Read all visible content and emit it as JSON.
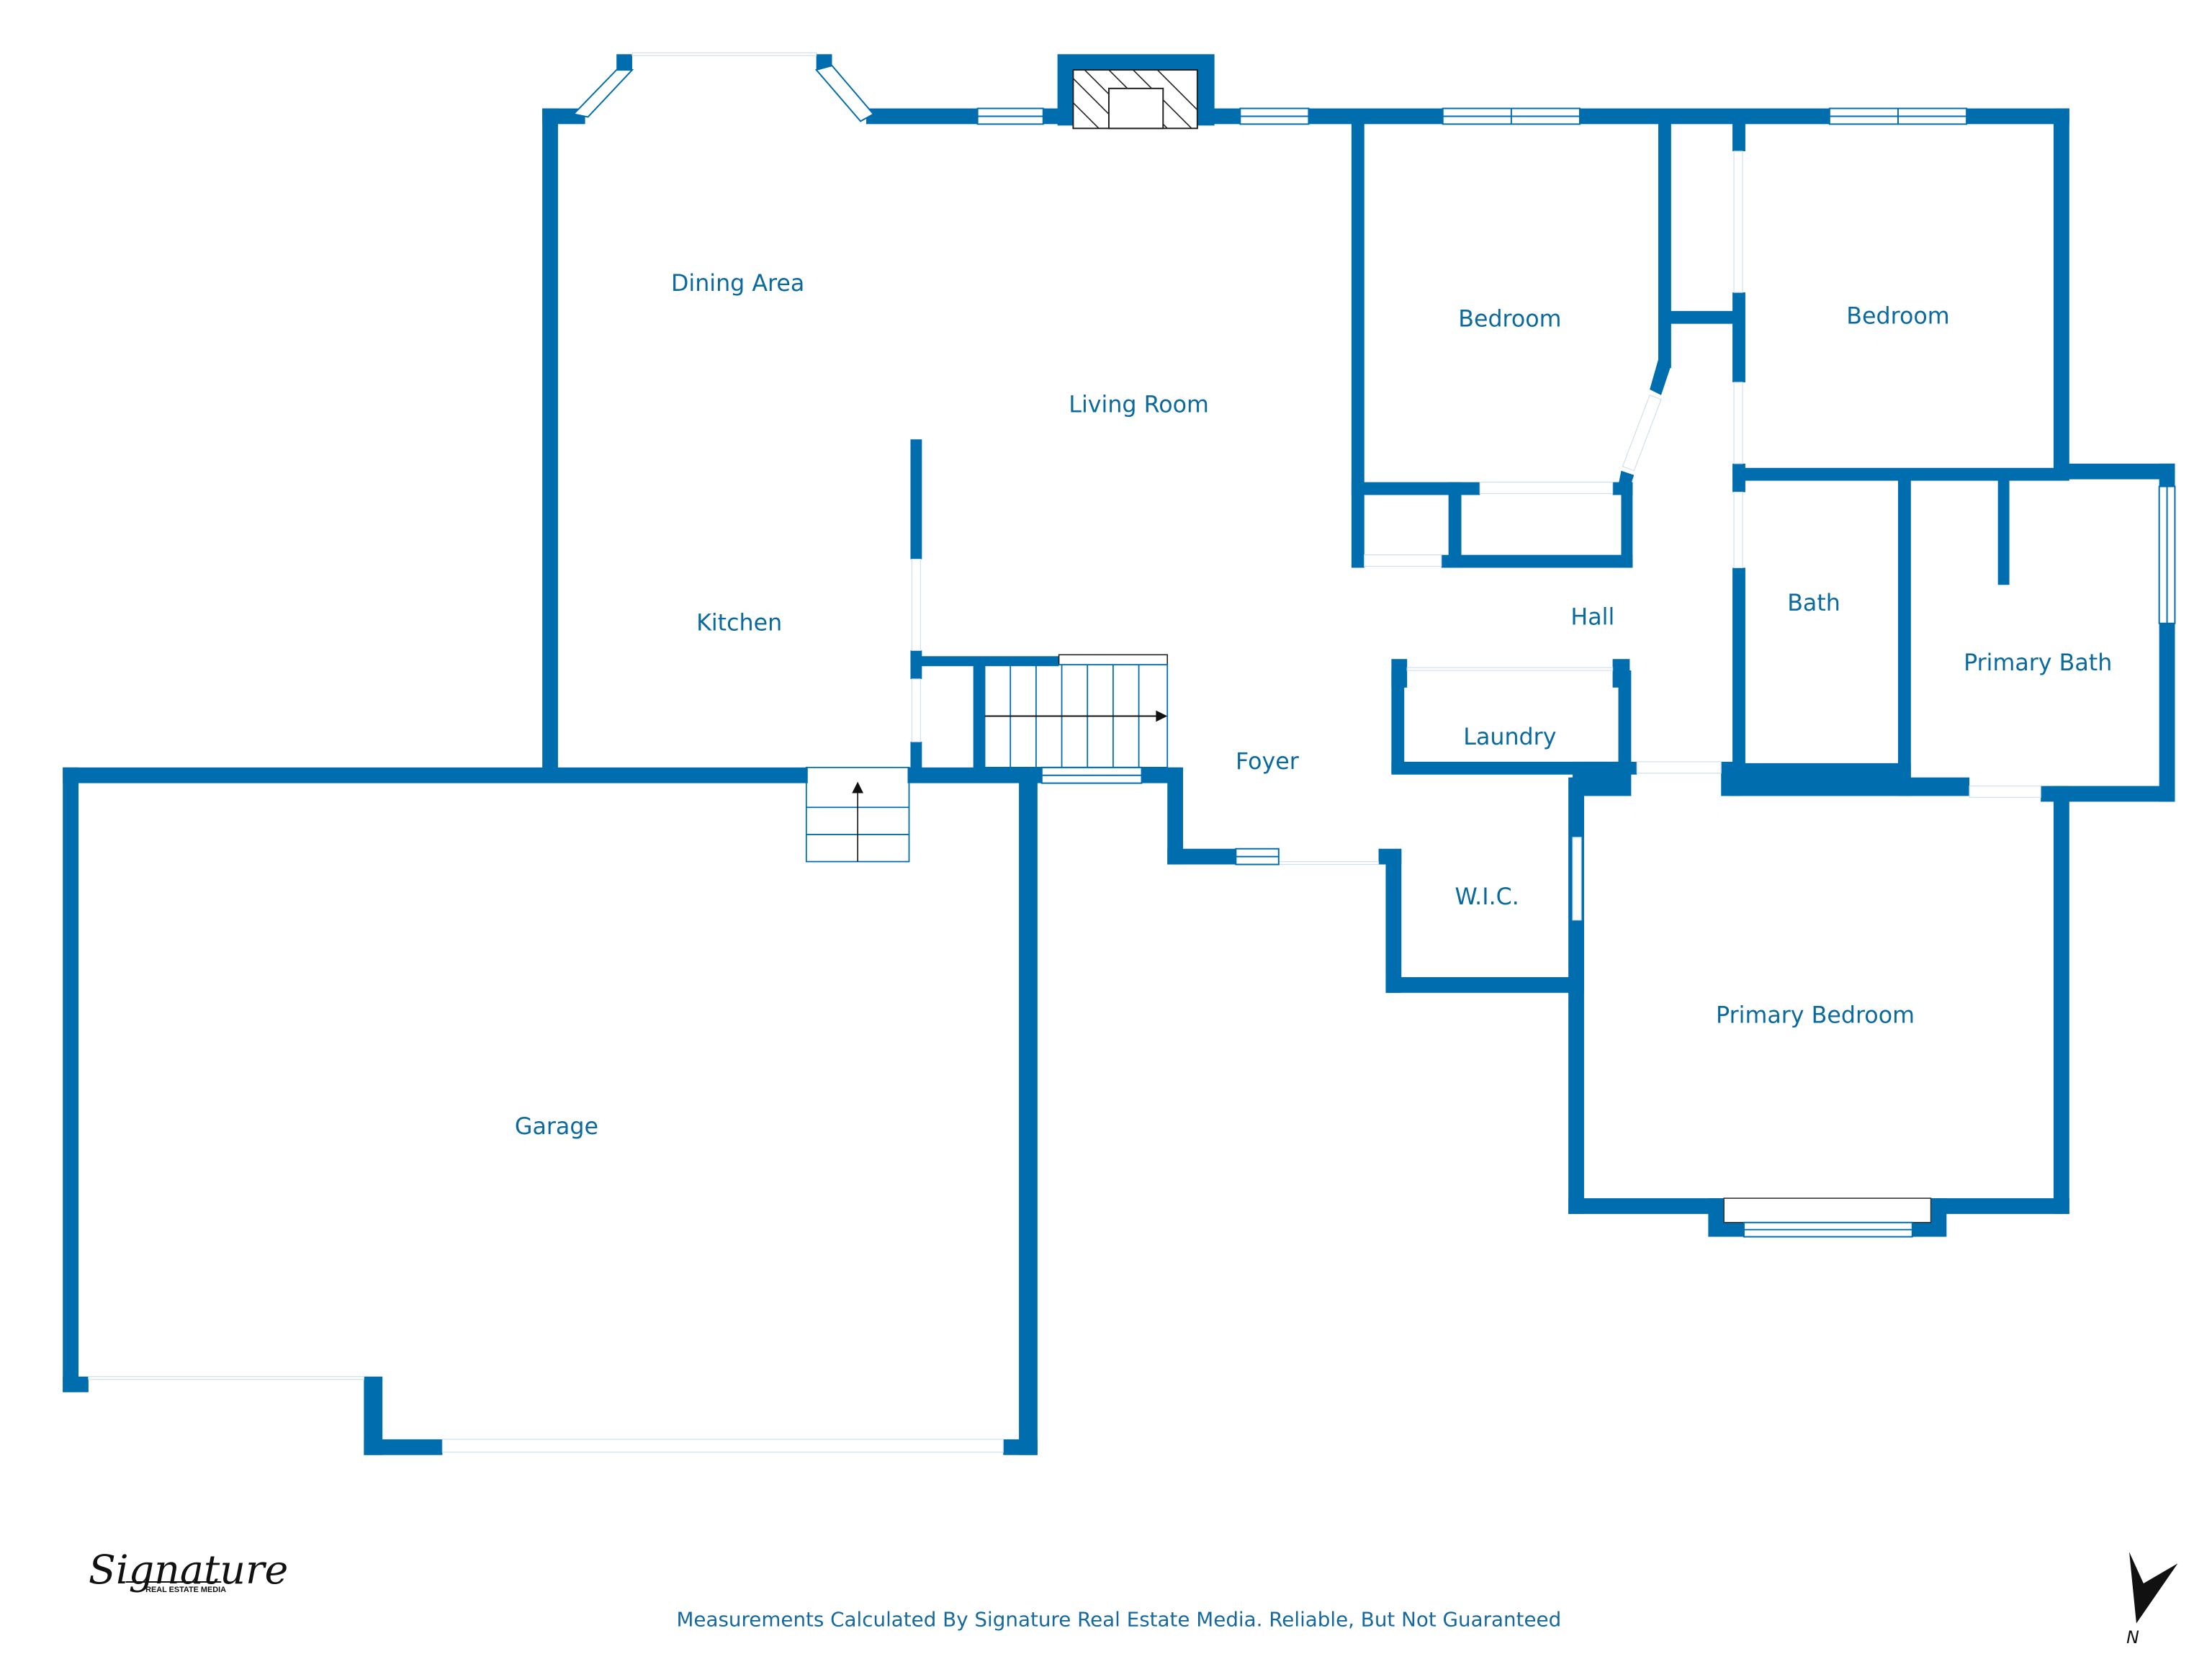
{
  "floorplan": {
    "wall_color": "#006eae",
    "label_color": "#0a6a9f",
    "rooms": [
      {
        "id": "dining-area",
        "label": "Dining Area"
      },
      {
        "id": "living-room",
        "label": "Living Room"
      },
      {
        "id": "kitchen",
        "label": "Kitchen"
      },
      {
        "id": "bedroom-1",
        "label": "Bedroom"
      },
      {
        "id": "bedroom-2",
        "label": "Bedroom"
      },
      {
        "id": "hall",
        "label": "Hall"
      },
      {
        "id": "bath",
        "label": "Bath"
      },
      {
        "id": "primary-bath",
        "label": "Primary Bath"
      },
      {
        "id": "foyer",
        "label": "Foyer"
      },
      {
        "id": "laundry",
        "label": "Laundry"
      },
      {
        "id": "wic",
        "label": "W.I.C."
      },
      {
        "id": "primary-bedroom",
        "label": "Primary Bedroom"
      },
      {
        "id": "garage",
        "label": "Garage"
      }
    ]
  },
  "footer": {
    "disclaimer": "Measurements Calculated By Signature Real Estate Media. Reliable, But Not Guaranteed"
  },
  "logo": {
    "script": "Signature",
    "subtitle": "REAL ESTATE MEDIA"
  },
  "compass": {
    "icon": "north-arrow-icon",
    "label": "N"
  }
}
